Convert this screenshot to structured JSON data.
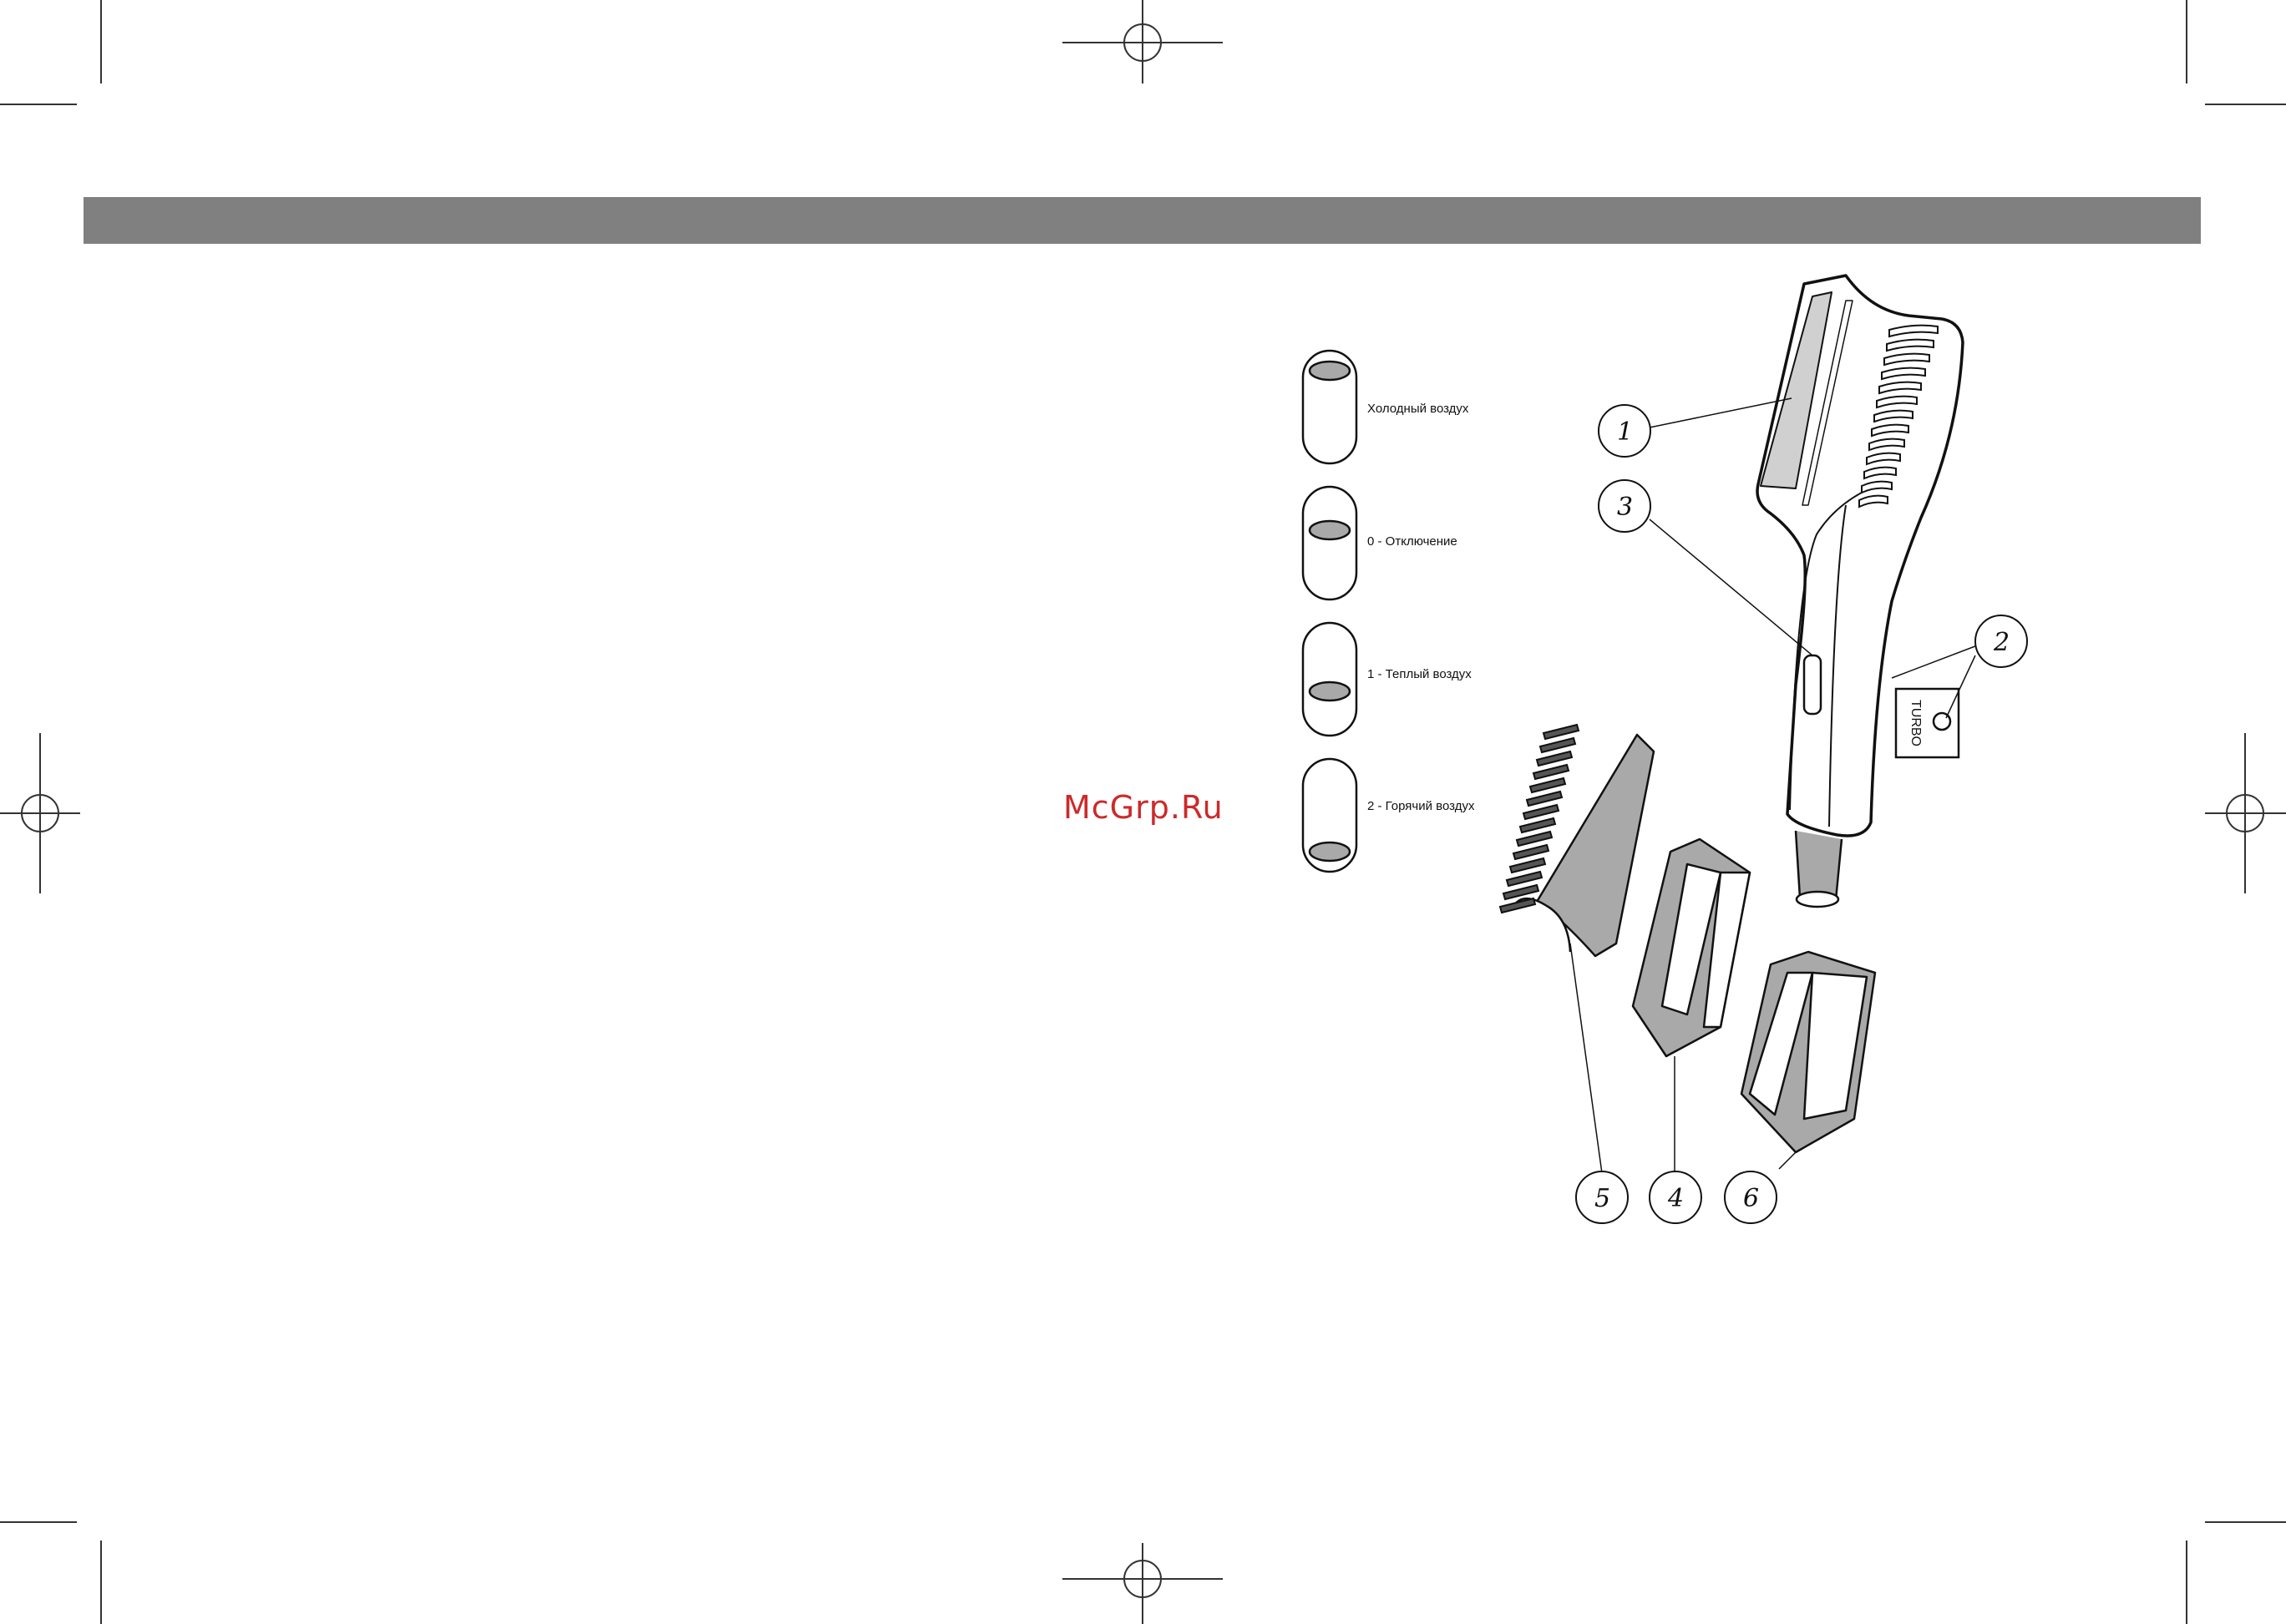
{
  "watermark": "McGrp.Ru",
  "switch_modes": [
    {
      "label": "Холодный воздух",
      "position": "top"
    },
    {
      "label": "0 - Отключение",
      "position": "upper-middle"
    },
    {
      "label": "1 - Теплый воздух",
      "position": "lower-middle"
    },
    {
      "label": "2 - Горячий воздух",
      "position": "bottom"
    }
  ],
  "turbo_label": "TURBO",
  "callouts": [
    "1",
    "2",
    "3",
    "4",
    "5",
    "6"
  ],
  "colors": {
    "header_bar": "#808080",
    "watermark": "#cc2a2a",
    "part_fill": "#a9a9a9"
  }
}
